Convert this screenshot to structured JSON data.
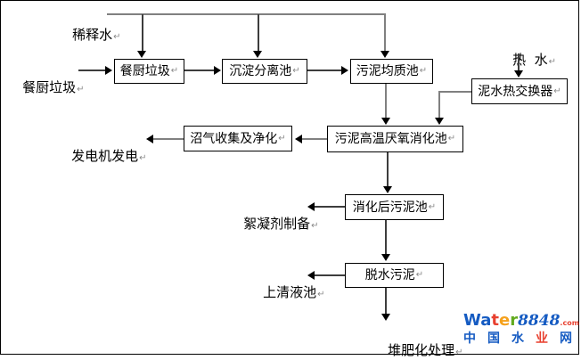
{
  "meta": {
    "return_mark": "↵"
  },
  "labels": {
    "dilution_water": "稀释水",
    "kitchen_waste_source": "餐厨垃圾",
    "hot_water": "热  水",
    "generator_power": "发电机发电",
    "flocculant_prep": "絮凝剂制备",
    "supernatant_tank": "上清液池",
    "composting": "堆肥化处理"
  },
  "boxes": {
    "kitchen_waste": "餐厨垃圾",
    "sedimentation_separation": "沉淀分离池",
    "sludge_homogenization": "污泥均质池",
    "mud_water_heat_exchanger": "泥水热交换器",
    "biogas_collection_purification": "沼气收集及净化",
    "high_temp_anaerobic_digestion": "污泥高温厌氧消化池",
    "digested_sludge_tank": "消化后污泥池",
    "dewatered_sludge": "脱水污泥"
  },
  "logo": {
    "water": [
      "W",
      "a",
      "t",
      "e",
      "r"
    ],
    "number": "8848",
    "tld": ".com",
    "tagline": [
      "中",
      "国",
      "水",
      "业",
      "网"
    ],
    "colors": {
      "blue": "#155bc2",
      "red": "#e8402f",
      "orange": "#f5a11c",
      "green": "#62aa1e"
    }
  }
}
